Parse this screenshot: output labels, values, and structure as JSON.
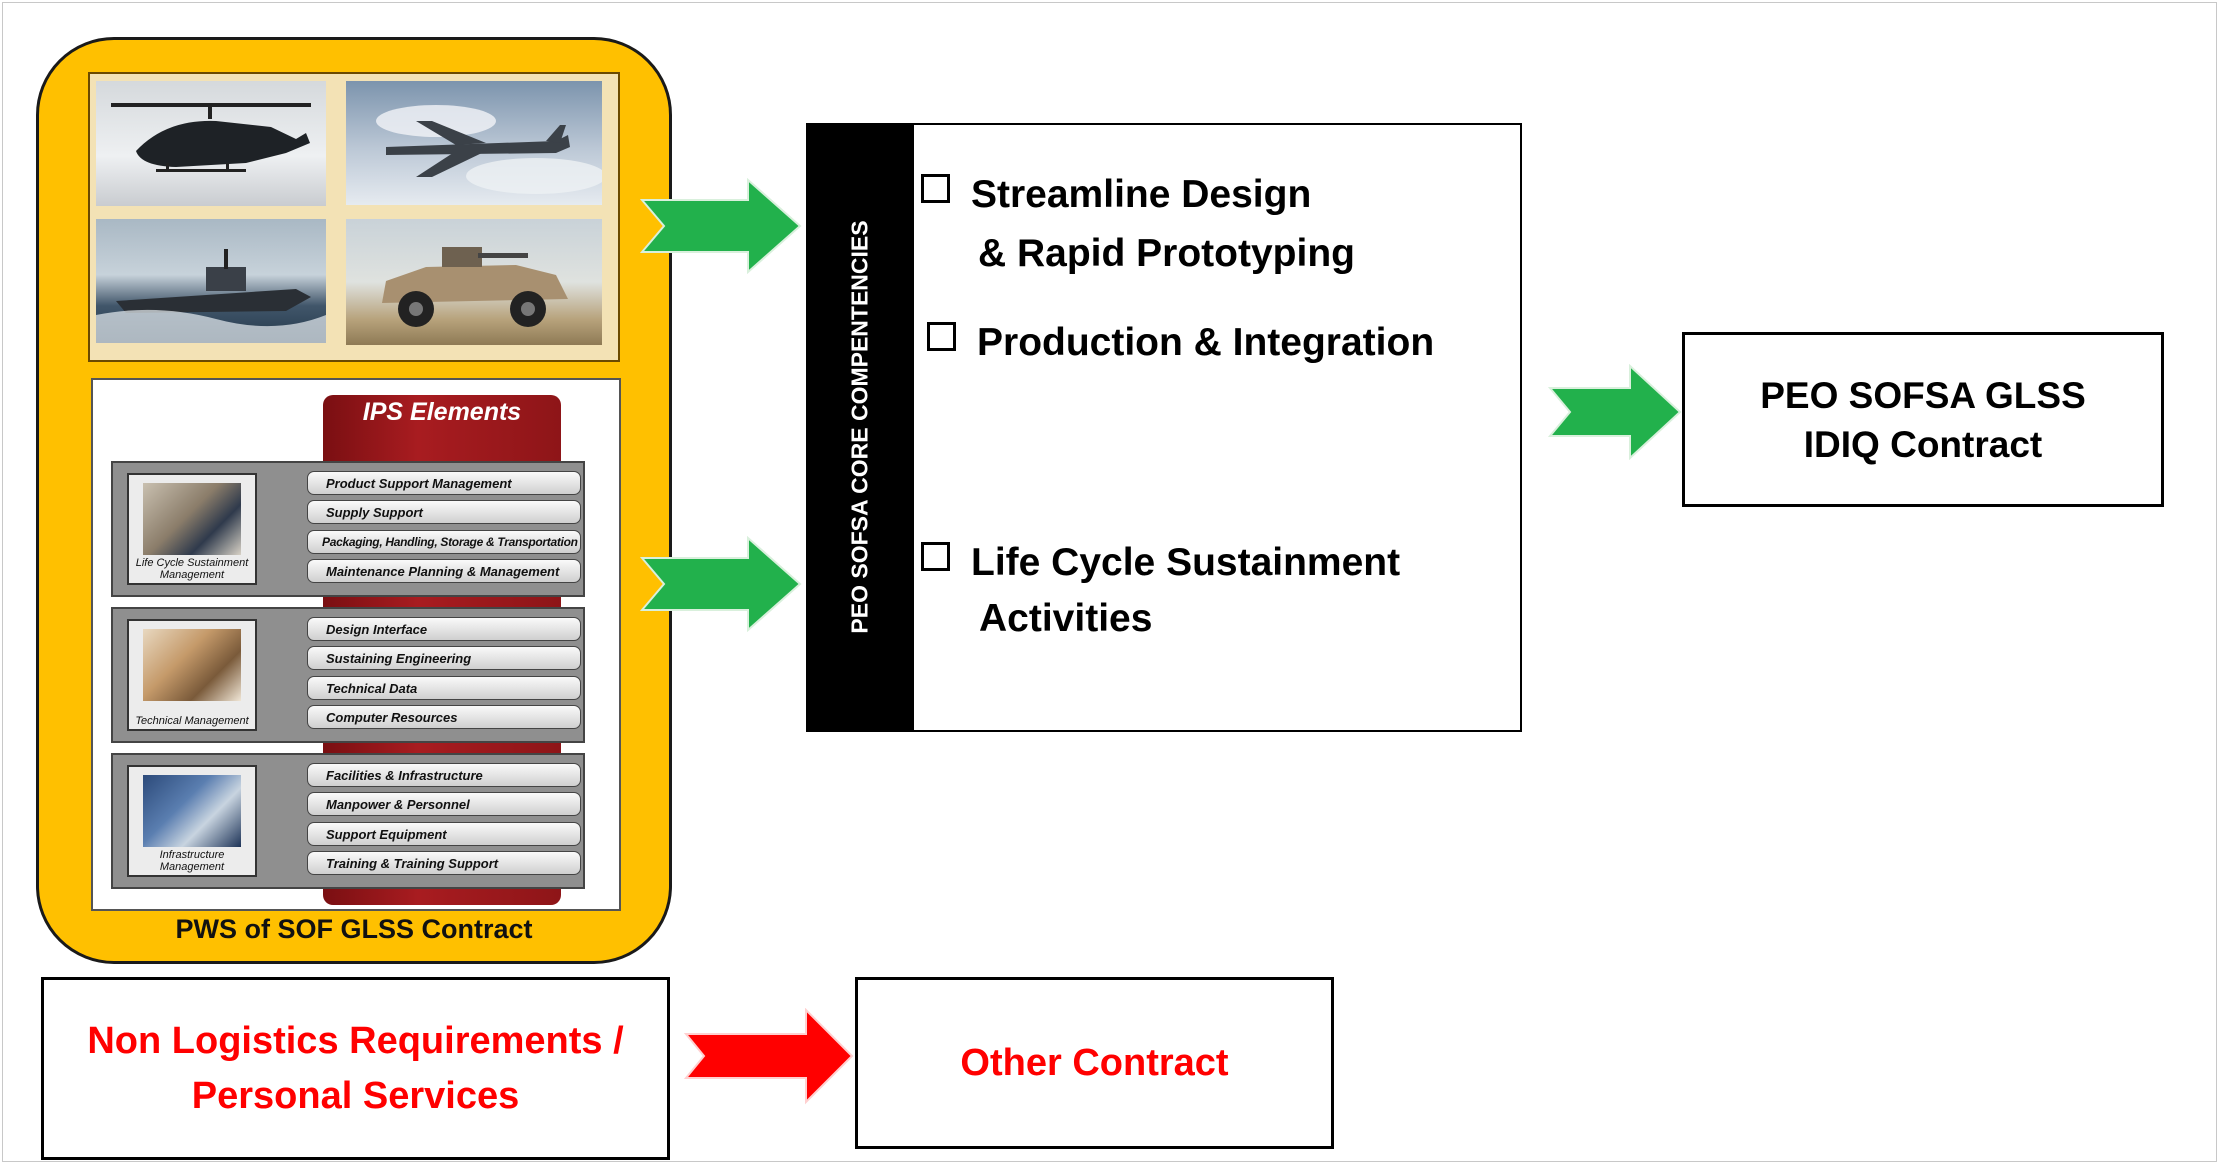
{
  "pws": {
    "label": "PWS of SOF GLSS Contract",
    "photos": [
      {
        "name": "helicopter-photo"
      },
      {
        "name": "aircraft-photo"
      },
      {
        "name": "boat-photo"
      },
      {
        "name": "vehicle-photo"
      }
    ],
    "ips": {
      "title": "IPS Elements",
      "groups": [
        {
          "label": "Life Cycle Sustainment Management",
          "elements": [
            "Product Support Management",
            "Supply Support",
            "Packaging, Handling, Storage & Transportation",
            "Maintenance Planning & Management"
          ]
        },
        {
          "label": "Technical Management",
          "elements": [
            "Design Interface",
            "Sustaining Engineering",
            "Technical Data",
            "Computer Resources"
          ]
        },
        {
          "label": "Infrastructure Management",
          "elements": [
            "Facilities & Infrastructure",
            "Manpower & Personnel",
            "Support Equipment",
            "Training & Training Support"
          ]
        }
      ]
    }
  },
  "competencies": {
    "vertical_title": "PEO SOFSA CORE COMPENTENCIES",
    "items": [
      {
        "line1": "Streamline Design",
        "line2": "& Rapid Prototyping"
      },
      {
        "line1": "Production & Integration",
        "line2": ""
      },
      {
        "line1": "Life Cycle Sustainment",
        "line2": "Activities"
      }
    ]
  },
  "idiq": {
    "line1": "PEO SOFSA GLSS",
    "line2": "IDIQ Contract"
  },
  "non_logistics": {
    "line1": "Non Logistics Requirements /",
    "line2": "Personal Services"
  },
  "other_contract": {
    "label": "Other Contract"
  },
  "colors": {
    "panel": "#FFC000",
    "arrow_green": "#22B14C",
    "arrow_red": "#FF0000",
    "ips_red": "#A81C20",
    "alert_text": "#FF0000"
  }
}
